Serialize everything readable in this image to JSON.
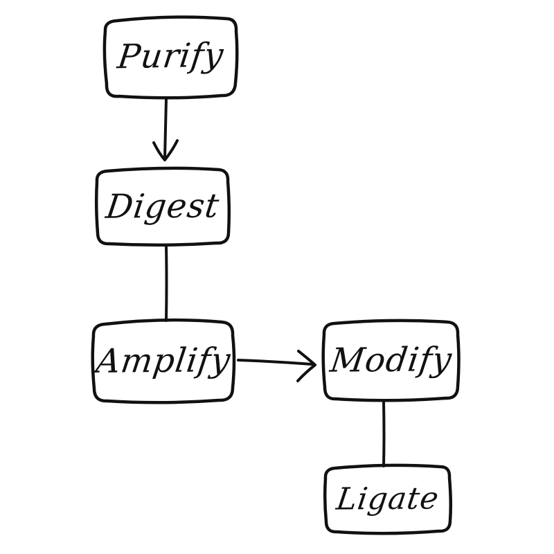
{
  "diagram": {
    "background_color": "#ffffff",
    "stroke_color": "#111111",
    "style": "hand-drawn-sketch-flowchart",
    "nodes": [
      {
        "id": "purify",
        "label": "Purify"
      },
      {
        "id": "digest",
        "label": "Digest"
      },
      {
        "id": "amplify",
        "label": "Amplify"
      },
      {
        "id": "modify",
        "label": "Modify"
      },
      {
        "id": "ligate",
        "label": "Ligate"
      }
    ],
    "edges": [
      {
        "from": "Purify",
        "to": "Digest",
        "connector": "arrow",
        "direction": "down"
      },
      {
        "from": "Digest",
        "to": "Amplify",
        "connector": "plain-line",
        "direction": "down"
      },
      {
        "from": "Amplify",
        "to": "Modify",
        "connector": "arrow",
        "direction": "right"
      },
      {
        "from": "Modify",
        "to": "Ligate",
        "connector": "plain-line",
        "direction": "down"
      }
    ]
  }
}
